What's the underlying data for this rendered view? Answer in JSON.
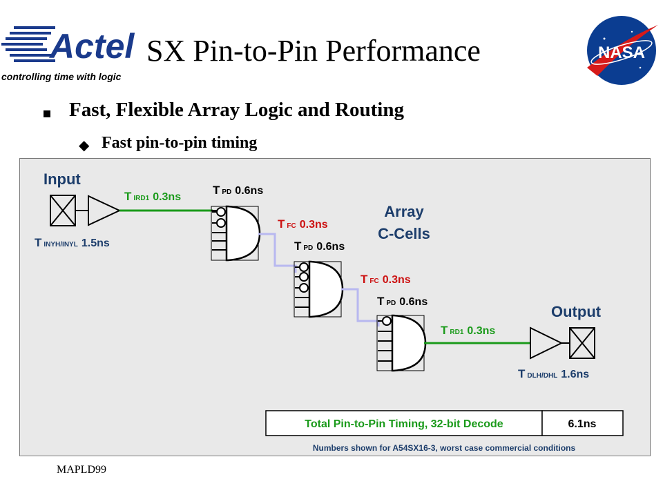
{
  "header": {
    "title": "SX Pin-to-Pin Performance",
    "logo_text": "Actel",
    "logo_tagline": "controlling time with logic",
    "nasa_text": "NASA"
  },
  "bullets": {
    "main": "Fast, Flexible Array Logic and Routing",
    "sub": "Fast pin-to-pin timing"
  },
  "diagram": {
    "input_label": "Input",
    "output_label": "Output",
    "array_label_1": "Array",
    "array_label_2": "C-Cells",
    "t_inyh": {
      "t": "T",
      "sub": "INYH/INYL",
      "val": "1.5ns"
    },
    "t_ird1": {
      "t": "T",
      "sub": "IRD1",
      "val": "0.3ns"
    },
    "t_pd1": {
      "t": "T",
      "sub": "PD",
      "val": "0.6ns"
    },
    "t_fc1": {
      "t": "T",
      "sub": "FC",
      "val": "0.3ns"
    },
    "t_pd2": {
      "t": "T",
      "sub": "PD",
      "val": "0.6ns"
    },
    "t_fc2": {
      "t": "T",
      "sub": "FC",
      "val": "0.3ns"
    },
    "t_pd3": {
      "t": "T",
      "sub": "PD",
      "val": "0.6ns"
    },
    "t_rd1": {
      "t": "T",
      "sub": "RD1",
      "val": "0.3ns"
    },
    "t_dlh": {
      "t": "T",
      "sub": "DLH/DHL",
      "val": "1.6ns"
    },
    "total_label": "Total Pin-to-Pin Timing, 32-bit Decode",
    "total_value": "6.1ns",
    "note": "Numbers shown for A54SX16-3, worst case commercial conditions"
  },
  "colors": {
    "green": "#1a9a1a",
    "red": "#cc1111",
    "navy": "#1c3d6b",
    "lavender": "#b8b8f0"
  },
  "footer": "MAPLD99"
}
